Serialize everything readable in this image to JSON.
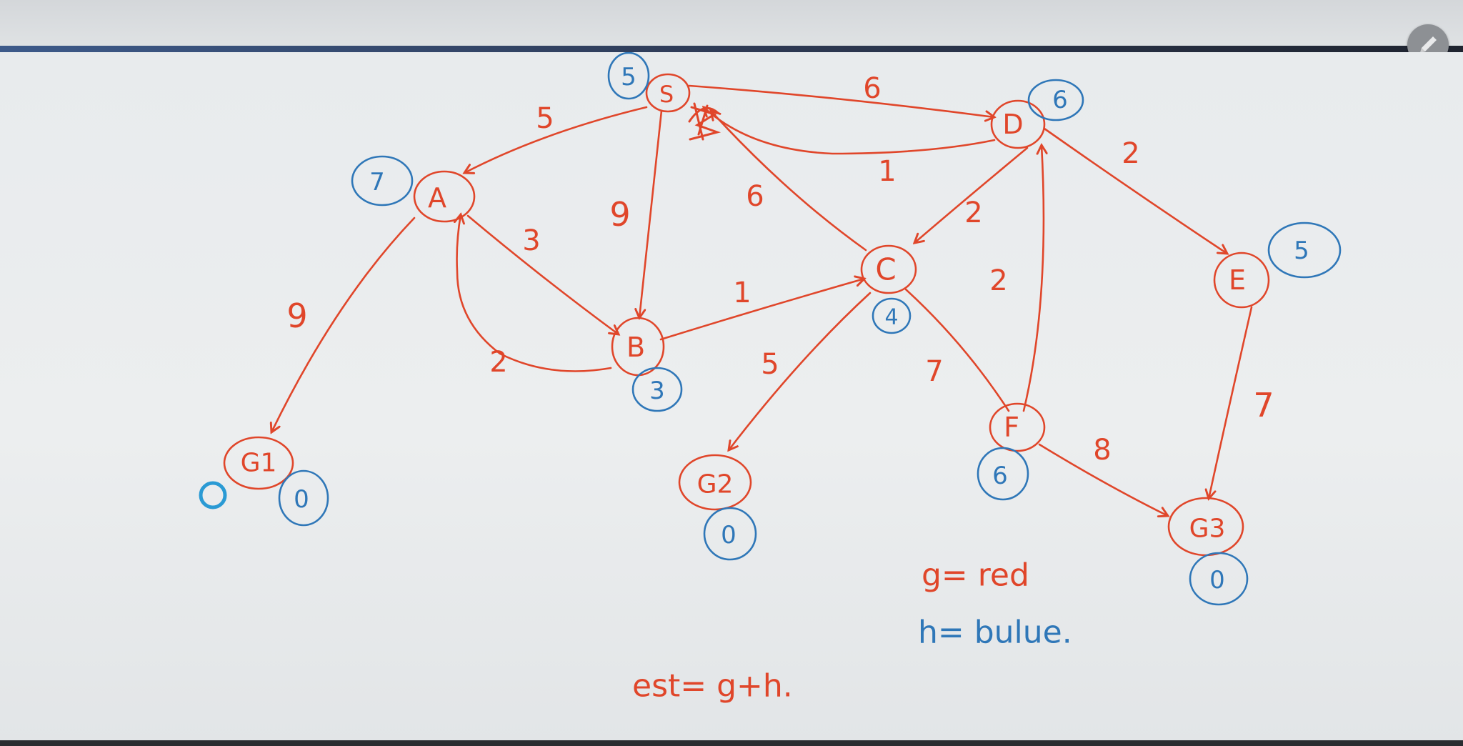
{
  "colors": {
    "g_ink": "#e0462a",
    "h_ink": "#2f77b8",
    "cursor_ring": "#2a9ad4",
    "canvas_bg": "#eceeef"
  },
  "toolbar": {
    "pen_icon": "pencil-icon"
  },
  "graph": {
    "nodes": [
      {
        "id": "S",
        "label": "S",
        "h": "5"
      },
      {
        "id": "A",
        "label": "A",
        "h": "7"
      },
      {
        "id": "B",
        "label": "B",
        "h": "3"
      },
      {
        "id": "C",
        "label": "C",
        "h": "4"
      },
      {
        "id": "D",
        "label": "D",
        "h": "6"
      },
      {
        "id": "E",
        "label": "E",
        "h": "5"
      },
      {
        "id": "F",
        "label": "F",
        "h": "6"
      },
      {
        "id": "G1",
        "label": "G1",
        "h": "0"
      },
      {
        "id": "G2",
        "label": "G2",
        "h": "0"
      },
      {
        "id": "G3",
        "label": "G3",
        "h": "0"
      }
    ],
    "edges": [
      {
        "from": "S",
        "to": "A",
        "g": "5"
      },
      {
        "from": "S",
        "to": "D",
        "g": "6"
      },
      {
        "from": "S",
        "to": "B",
        "g": "9"
      },
      {
        "from": "D",
        "to": "S",
        "g": "1"
      },
      {
        "from": "C",
        "to": "S",
        "g": "6"
      },
      {
        "from": "A",
        "to": "B",
        "g": "3"
      },
      {
        "from": "B",
        "to": "A",
        "g": "2"
      },
      {
        "from": "A",
        "to": "G1",
        "g": "9"
      },
      {
        "from": "B",
        "to": "C",
        "g": "1"
      },
      {
        "from": "D",
        "to": "C",
        "g": "2"
      },
      {
        "from": "F",
        "to": "D",
        "g": "2"
      },
      {
        "from": "D",
        "to": "E",
        "g": "2"
      },
      {
        "from": "C",
        "to": "G2",
        "g": "5"
      },
      {
        "from": "C",
        "to": "F",
        "g": "7"
      },
      {
        "from": "E",
        "to": "G3",
        "g": "7"
      },
      {
        "from": "F",
        "to": "G3",
        "g": "8"
      }
    ]
  },
  "legend": {
    "g_line": "g= red",
    "h_line": "h= bulue.",
    "est_line": "est= g+h."
  }
}
